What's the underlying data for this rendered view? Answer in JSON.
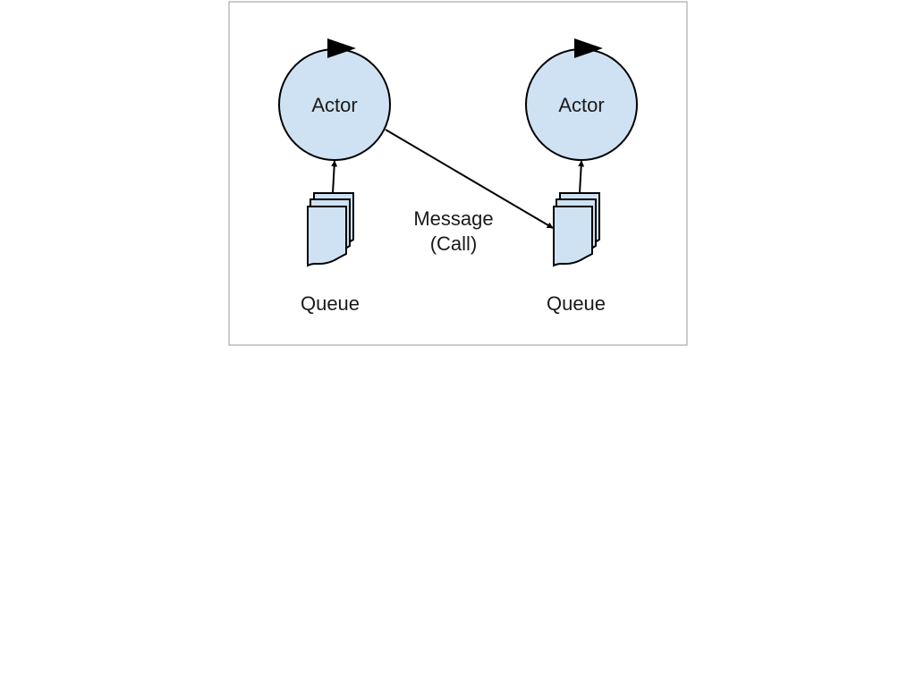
{
  "diagram": {
    "actors": [
      {
        "label": "Actor"
      },
      {
        "label": "Actor"
      }
    ],
    "queues": [
      {
        "label": "Queue"
      },
      {
        "label": "Queue"
      }
    ],
    "message": {
      "line1": "Message",
      "line2": "(Call)"
    },
    "colors": {
      "fill": "#cfe2f3",
      "stroke": "#000000",
      "frame": "#999999"
    }
  }
}
